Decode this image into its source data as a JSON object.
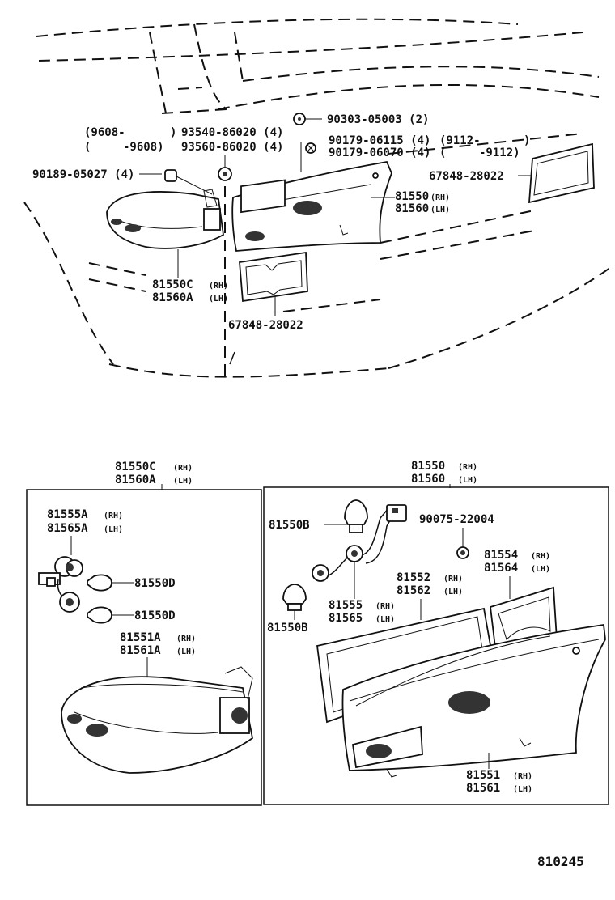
{
  "diagram_code": "810245",
  "top": {
    "nut_ref": "90303-05003 (2)",
    "date_a": "(9608-",
    "date_a_close": ")",
    "date_b": "(",
    "date_b_end": "-9608)",
    "clip_a": "93540-86020 (4)",
    "clip_b": "93560-86020 (4)",
    "screw_a": "90179-06115 (4)",
    "screw_b": "90179-06070 (4)",
    "date_c": "(9112-",
    "date_c_close": ")",
    "date_d": "(",
    "date_d_end": "-9112)",
    "bolt": "90189-05027 (4)",
    "gasket_right": "67848-28022",
    "gasket_left": "67848-28022",
    "lamp_rh": "81550",
    "lamp_lh": "81560",
    "side_rh": "81550C",
    "side_lh": "81560A"
  },
  "left_box": {
    "header_rh": "81550C",
    "header_lh": "81560A",
    "socket_rh": "81555A",
    "socket_lh": "81565A",
    "bulb_1": "81550D",
    "bulb_2": "81550D",
    "lens_rh": "81551A",
    "lens_lh": "81561A"
  },
  "right_box": {
    "header_rh": "81550",
    "header_lh": "81560",
    "bulb_top": "81550B",
    "bulb_bottom": "81550B",
    "nut": "90075-22004",
    "gasket_rh": "81552",
    "gasket_lh": "81562",
    "gasket2_rh": "81554",
    "gasket2_lh": "81564",
    "socket_rh": "81555",
    "socket_lh": "81565",
    "lens_rh": "81551",
    "lens_lh": "81561"
  },
  "suffix": {
    "rh": "(RH)",
    "lh": "(LH)"
  }
}
